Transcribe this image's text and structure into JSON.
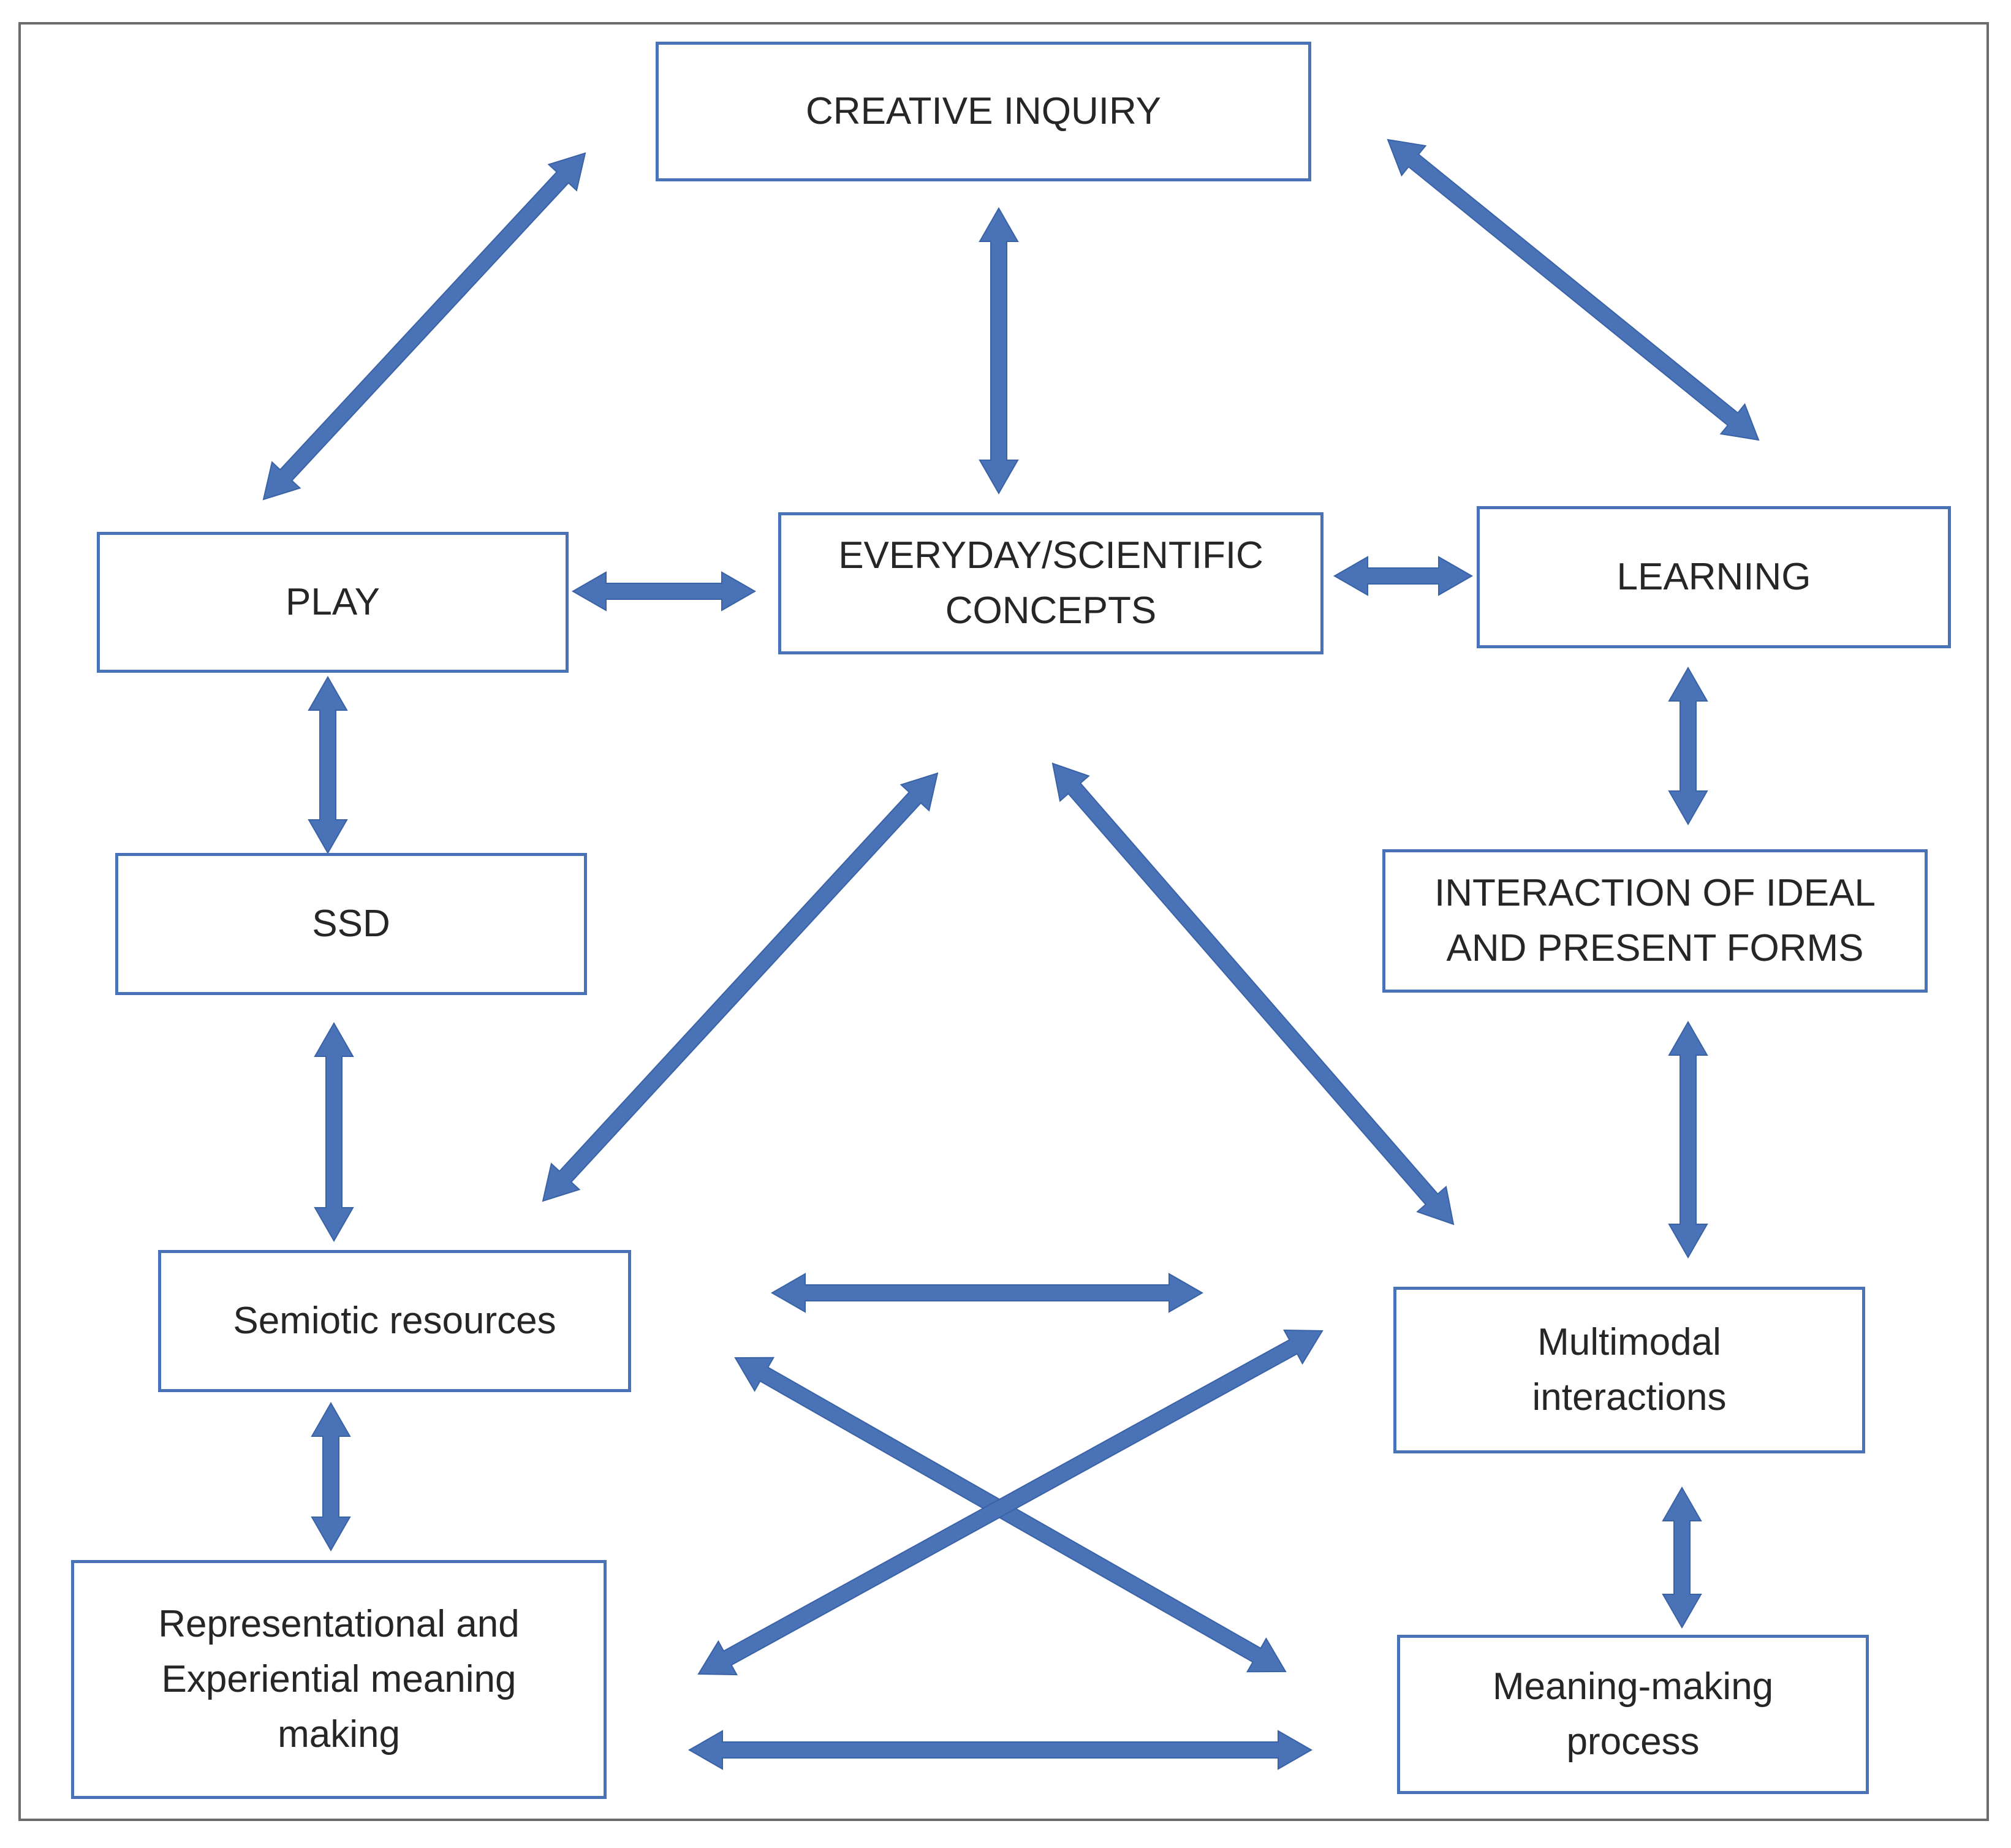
{
  "diagram": {
    "colors": {
      "arrow": "#4a72b6",
      "box_border": "#4a72b6",
      "text": "#262626",
      "frame": "#6b6b6b"
    },
    "nodes": {
      "creative_inquiry": "CREATIVE INQUIRY",
      "play": "PLAY",
      "concepts": "EVERYDAY/SCIENTIFIC\nCONCEPTS",
      "learning": "LEARNING",
      "ssd": "SSD",
      "ideal_present": "INTERACTION OF IDEAL\nAND PRESENT FORMS",
      "semiotic": "Semiotic resources",
      "multimodal": "Multimodal\ninteractions",
      "representational": "Representational and\nExperiential meaning\nmaking",
      "meaning_process": "Meaning-making\nprocess"
    },
    "connections": [
      {
        "from": "creative_inquiry",
        "to": "play",
        "type": "bidirectional"
      },
      {
        "from": "creative_inquiry",
        "to": "concepts",
        "type": "bidirectional"
      },
      {
        "from": "creative_inquiry",
        "to": "learning",
        "type": "bidirectional"
      },
      {
        "from": "play",
        "to": "concepts",
        "type": "bidirectional"
      },
      {
        "from": "concepts",
        "to": "learning",
        "type": "bidirectional"
      },
      {
        "from": "play",
        "to": "ssd",
        "type": "bidirectional"
      },
      {
        "from": "learning",
        "to": "ideal_present",
        "type": "bidirectional"
      },
      {
        "from": "ssd",
        "to": "semiotic",
        "type": "bidirectional"
      },
      {
        "from": "ideal_present",
        "to": "multimodal",
        "type": "bidirectional"
      },
      {
        "from": "concepts",
        "to": "semiotic",
        "type": "bidirectional"
      },
      {
        "from": "concepts",
        "to": "multimodal",
        "type": "bidirectional"
      },
      {
        "from": "semiotic",
        "to": "multimodal",
        "type": "bidirectional"
      },
      {
        "from": "semiotic",
        "to": "meaning_process",
        "type": "bidirectional"
      },
      {
        "from": "representational",
        "to": "multimodal",
        "type": "bidirectional"
      },
      {
        "from": "semiotic",
        "to": "representational",
        "type": "bidirectional"
      },
      {
        "from": "multimodal",
        "to": "meaning_process",
        "type": "bidirectional"
      },
      {
        "from": "representational",
        "to": "meaning_process",
        "type": "bidirectional"
      }
    ]
  }
}
